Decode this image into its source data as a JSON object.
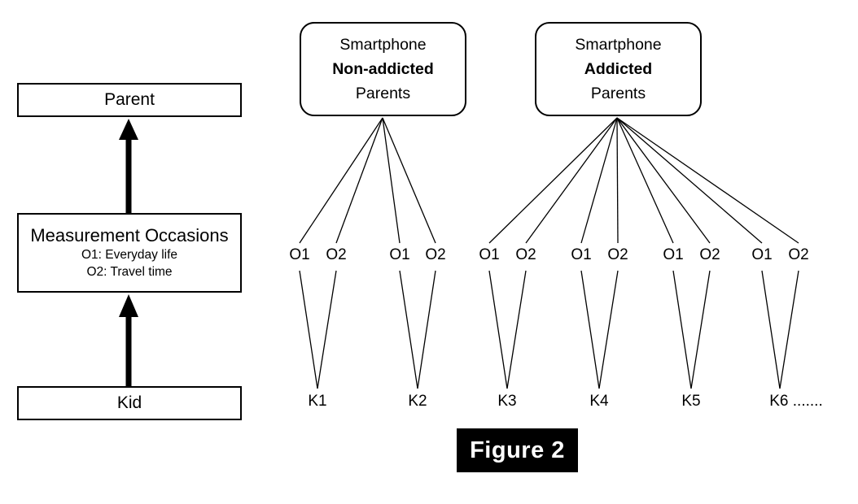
{
  "figure": {
    "caption": "Figure 2",
    "background": "#ffffff",
    "line_color": "#000000"
  },
  "legend_column": {
    "levels": [
      {
        "name": "parent",
        "title": "Parent",
        "sub": []
      },
      {
        "name": "measurement-occasions",
        "title": "Measurement Occasions",
        "sub": [
          "O1: Everyday life",
          "O2: Travel time"
        ]
      },
      {
        "name": "kid",
        "title": "Kid",
        "sub": []
      }
    ],
    "arrow_direction": "upward"
  },
  "groups": [
    {
      "id": "non-addicted",
      "lines": [
        {
          "text": "Smartphone",
          "bold": false
        },
        {
          "text": "Non-addicted",
          "bold": true
        },
        {
          "text": "Parents",
          "bold": false
        }
      ],
      "kids": [
        "K1",
        "K2"
      ],
      "occasions_per_kid": [
        "O1",
        "O2"
      ],
      "edge_count": 4
    },
    {
      "id": "addicted",
      "lines": [
        {
          "text": "Smartphone",
          "bold": false
        },
        {
          "text": "Addicted",
          "bold": true
        },
        {
          "text": "Parents",
          "bold": false
        }
      ],
      "kids": [
        "K3",
        "K4",
        "K5",
        "K6 ......."
      ],
      "occasions_per_kid": [
        "O1",
        "O2"
      ],
      "edge_count": 8
    }
  ],
  "occasion_labels": [
    "O1",
    "O2",
    "O1",
    "O2",
    "O1",
    "O2",
    "O1",
    "O2",
    "O1",
    "O2",
    "O1",
    "O2"
  ],
  "kid_labels": [
    "K1",
    "K2",
    "K3",
    "K4",
    "K5",
    "K6 ......."
  ],
  "chart_data": {
    "type": "diagram",
    "title": "Figure 2",
    "structure": "three-level multilevel nesting model",
    "levels": [
      "Parent",
      "Measurement Occasions",
      "Kid"
    ],
    "occasion_definitions": {
      "O1": "Everyday life",
      "O2": "Travel time"
    },
    "parent_groups": [
      {
        "group": "Smartphone Non-addicted Parents",
        "kids": [
          "K1",
          "K2"
        ],
        "occasions": [
          "O1",
          "O2"
        ]
      },
      {
        "group": "Smartphone Addicted Parents",
        "kids": [
          "K3",
          "K4",
          "K5",
          "K6 ......."
        ],
        "occasions": [
          "O1",
          "O2"
        ]
      }
    ]
  }
}
